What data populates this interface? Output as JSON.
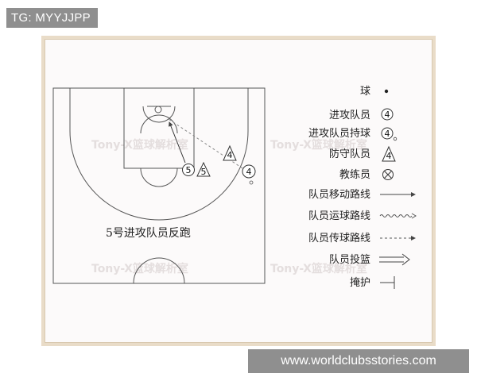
{
  "header_tag": "TG: MYYJJPP",
  "site_url": "www.worldclubsstories.com",
  "caption": "5号进攻队员反跑",
  "watermark": "Tony-X篮球解析室",
  "player_numbers": {
    "attacker": "5",
    "defender": "5",
    "attacker_ball": "4",
    "defender_2": "4"
  },
  "legend": [
    {
      "label": "球",
      "symbol": "ball"
    },
    {
      "label": "进攻队员",
      "symbol": "attacker",
      "num": "4"
    },
    {
      "label": "进攻队员持球",
      "symbol": "attacker-ball",
      "num": "4"
    },
    {
      "label": "防守队员",
      "symbol": "defender",
      "num": "4"
    },
    {
      "label": "教练员",
      "symbol": "coach"
    },
    {
      "label": "队员移动路线",
      "symbol": "move-line"
    },
    {
      "label": "队员运球路线",
      "symbol": "dribble-line"
    },
    {
      "label": "队员传球路线",
      "symbol": "pass-line"
    },
    {
      "label": "队员投篮",
      "symbol": "shot-arrow"
    },
    {
      "label": "掩护",
      "symbol": "screen"
    }
  ]
}
